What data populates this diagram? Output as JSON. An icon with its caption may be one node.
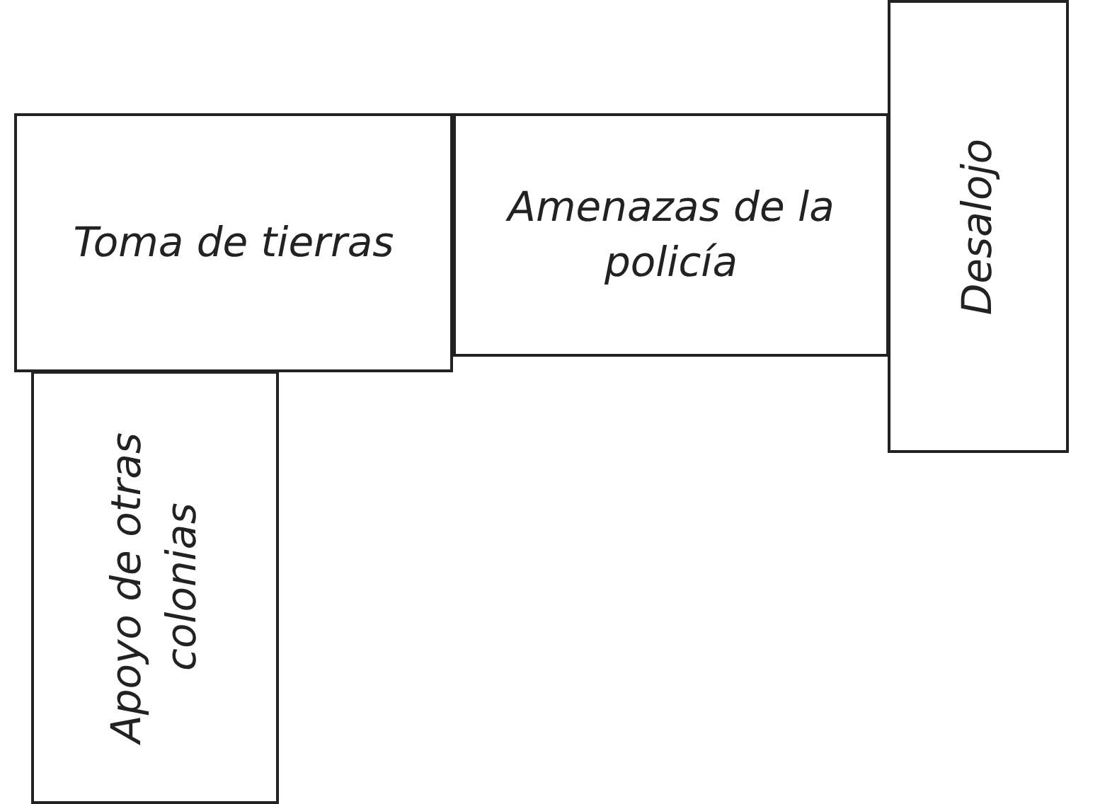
{
  "diagram": {
    "nodes": [
      {
        "text": [
          "Toma de tierras"
        ]
      },
      {
        "text": [
          "Amenazas de la policía"
        ]
      },
      {
        "text": [
          "Desalojo"
        ]
      },
      {
        "text": [
          "Apoyo de otras colonias"
        ]
      }
    ]
  }
}
